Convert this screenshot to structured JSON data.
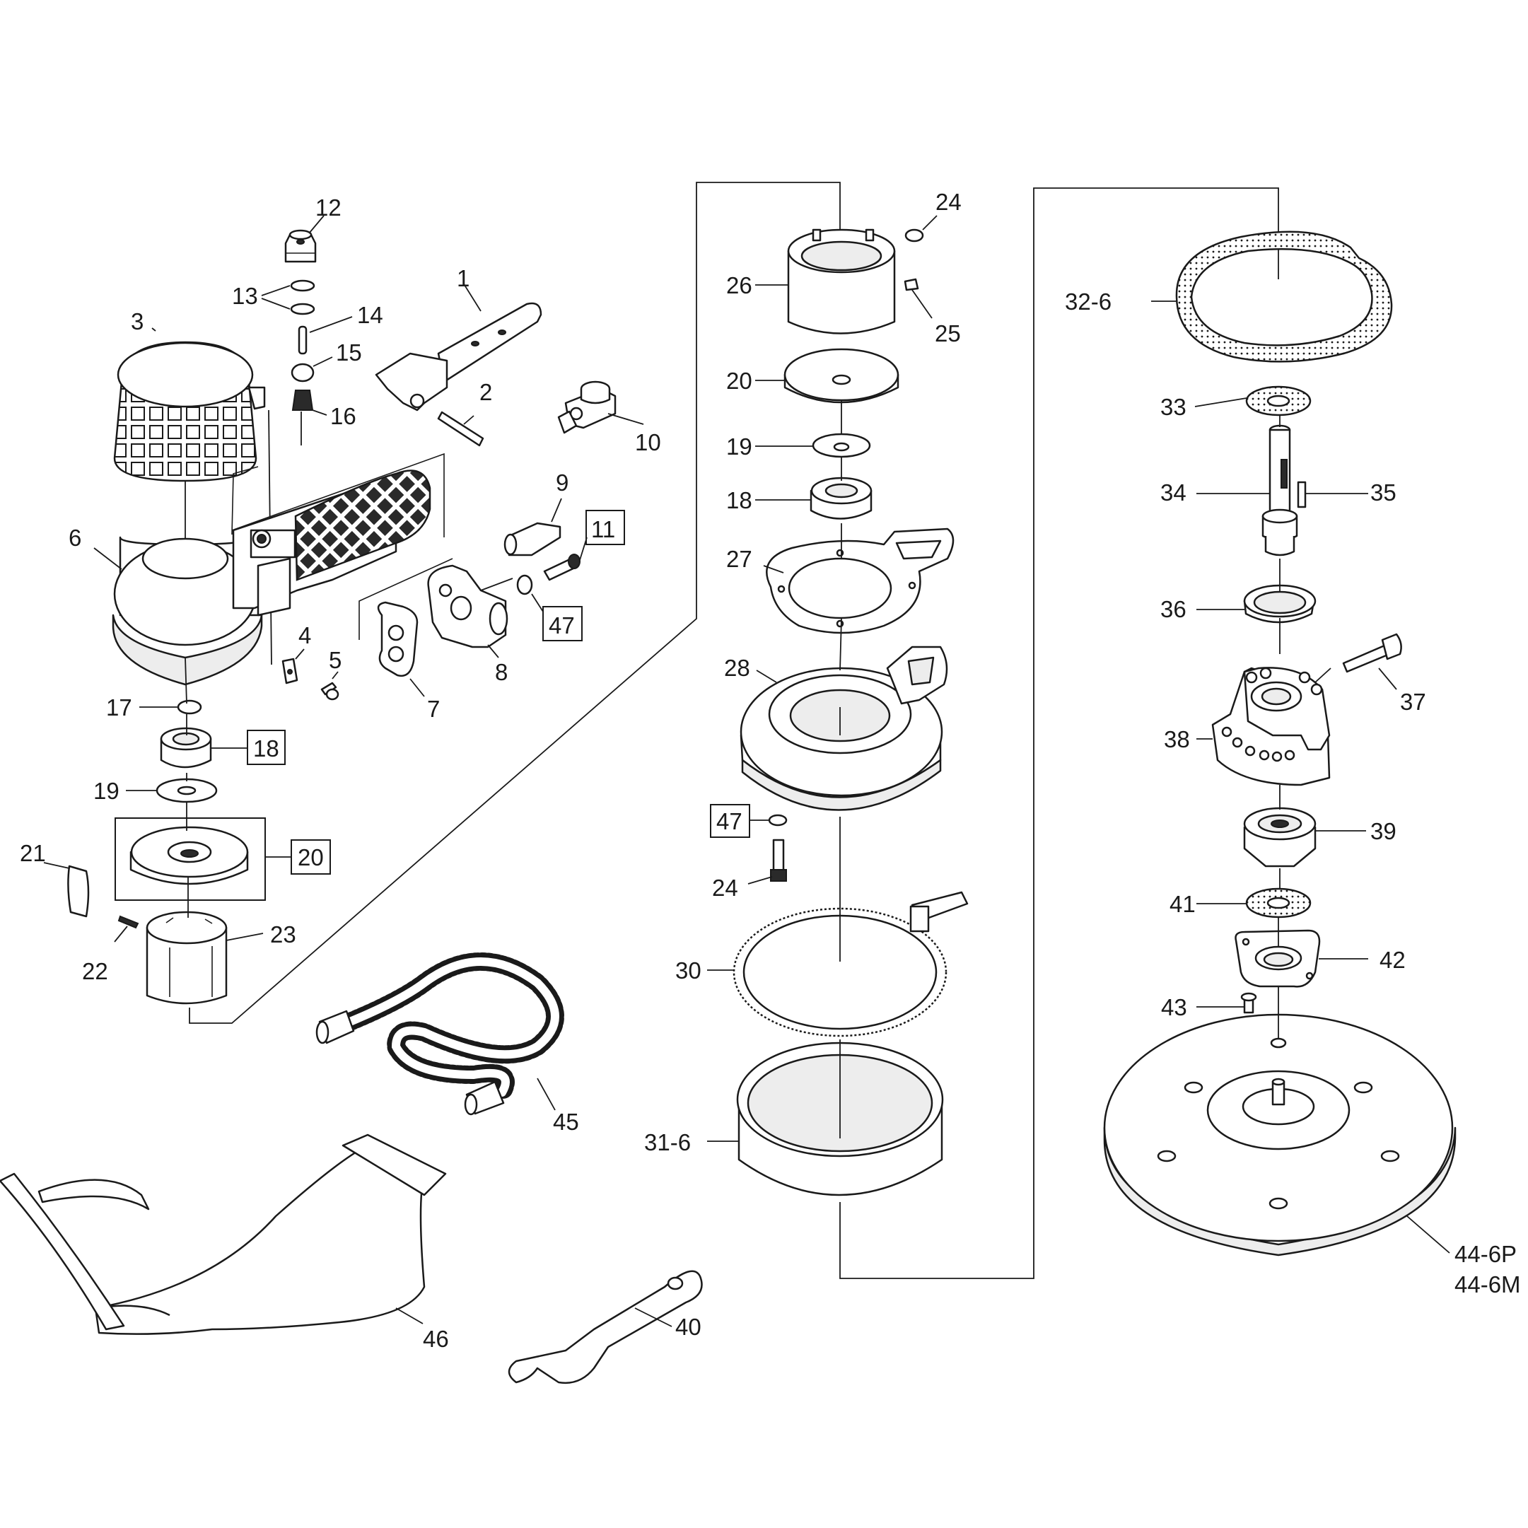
{
  "labels": {
    "p1": "1",
    "p2": "2",
    "p3": "3",
    "p4": "4",
    "p5": "5",
    "p6": "6",
    "p7": "7",
    "p8": "8",
    "p9": "9",
    "p10": "10",
    "p11": "11",
    "p12": "12",
    "p13": "13",
    "p14": "14",
    "p15": "15",
    "p16": "16",
    "p17": "17",
    "p18a": "18",
    "p19a": "19",
    "p20a": "20",
    "p21": "21",
    "p22": "22",
    "p23": "23",
    "p45": "45",
    "p46": "46",
    "p47a": "47",
    "p24a": "24",
    "p25": "25",
    "p26": "26",
    "p20b": "20",
    "p19b": "19",
    "p18b": "18",
    "p27": "27",
    "p28": "28",
    "p47b": "47",
    "p24b": "24",
    "p30": "30",
    "p31": "31-6",
    "p40": "40",
    "p32": "32-6",
    "p33": "33",
    "p34": "34",
    "p35": "35",
    "p36": "36",
    "p37": "37",
    "p38": "38",
    "p39": "39",
    "p41": "41",
    "p42": "42",
    "p43": "43",
    "p44a": "44-6P",
    "p44b": "44-6M"
  }
}
